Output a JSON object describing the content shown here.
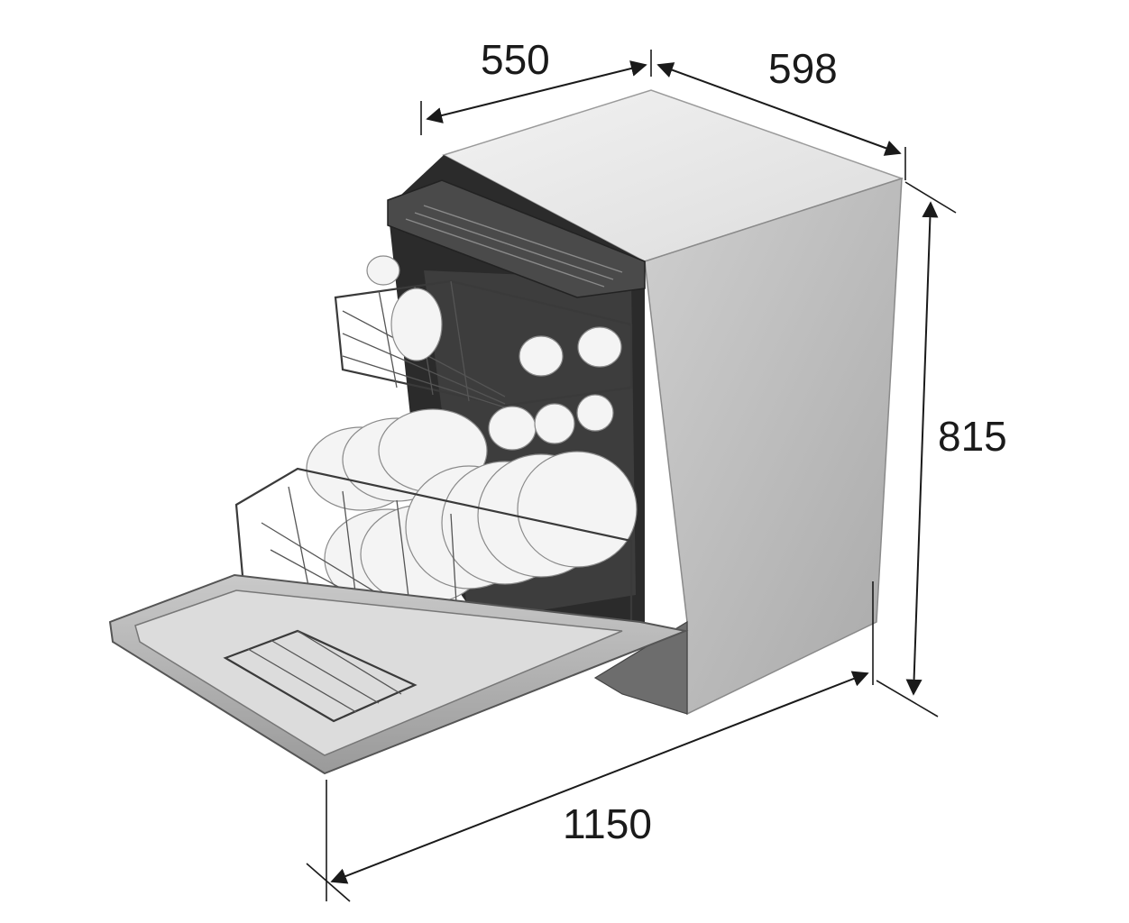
{
  "dimensions": {
    "depth": "550",
    "width": "598",
    "height": "815",
    "depth_door_open": "1150"
  },
  "colors": {
    "cabinet_top": "#ececec",
    "cabinet_side": "#bdbdbd",
    "interior": "#2b2b2b",
    "line": "#1a1a1a"
  },
  "illustration": "dishwasher-open-door"
}
